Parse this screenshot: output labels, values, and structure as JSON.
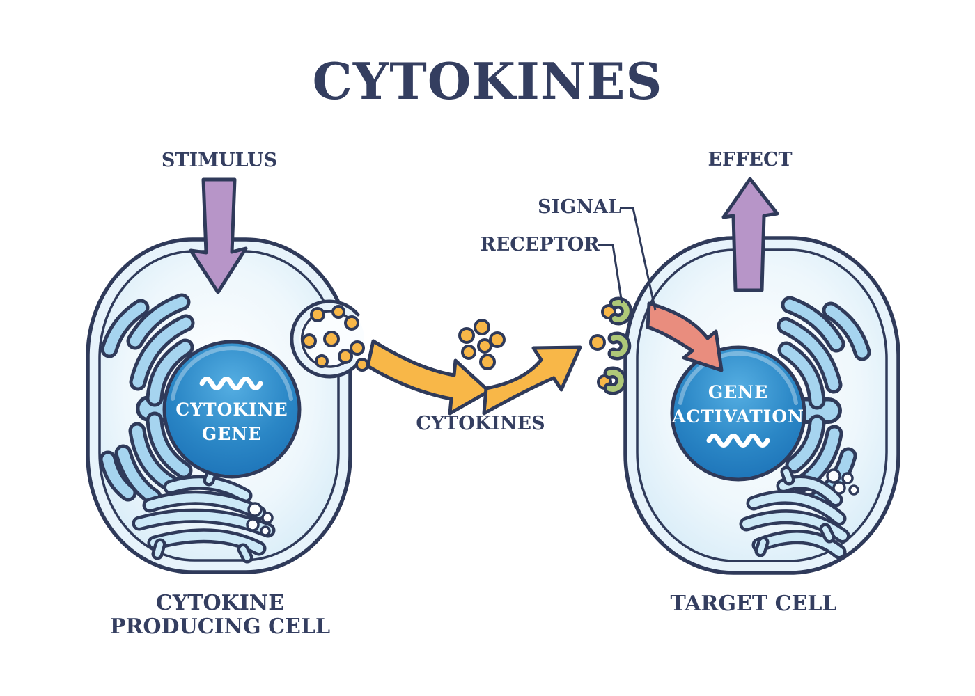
{
  "title": "CYTOKINES",
  "annotations": {
    "stimulus": "STIMULUS",
    "effect": "EFFECT",
    "signal": "SIGNAL",
    "receptor": "RECEPTOR",
    "cytokines": "CYTOKINES"
  },
  "left_cell": {
    "nucleus_label_line1": "CYTOKINE",
    "nucleus_label_line2": "GENE",
    "caption_line1": "CYTOKINE",
    "caption_line2": "PRODUCING CELL"
  },
  "right_cell": {
    "nucleus_label_line1": "GENE",
    "nucleus_label_line2": "ACTIVATION",
    "caption": "TARGET CELL"
  },
  "colors": {
    "ink": "#2f3a5a",
    "text": "#343e60",
    "purple": "#b795c8",
    "yellow": "#f8b748",
    "salmon": "#e98d7e",
    "green": "#aec878",
    "er-blue": "#a6d4ef",
    "golgi-blue": "#cde9f7",
    "membrane-band": "#e7f3fb",
    "cell-gradient-edge": "#cfe8f6",
    "nucleus-blue": "#2585c5"
  }
}
